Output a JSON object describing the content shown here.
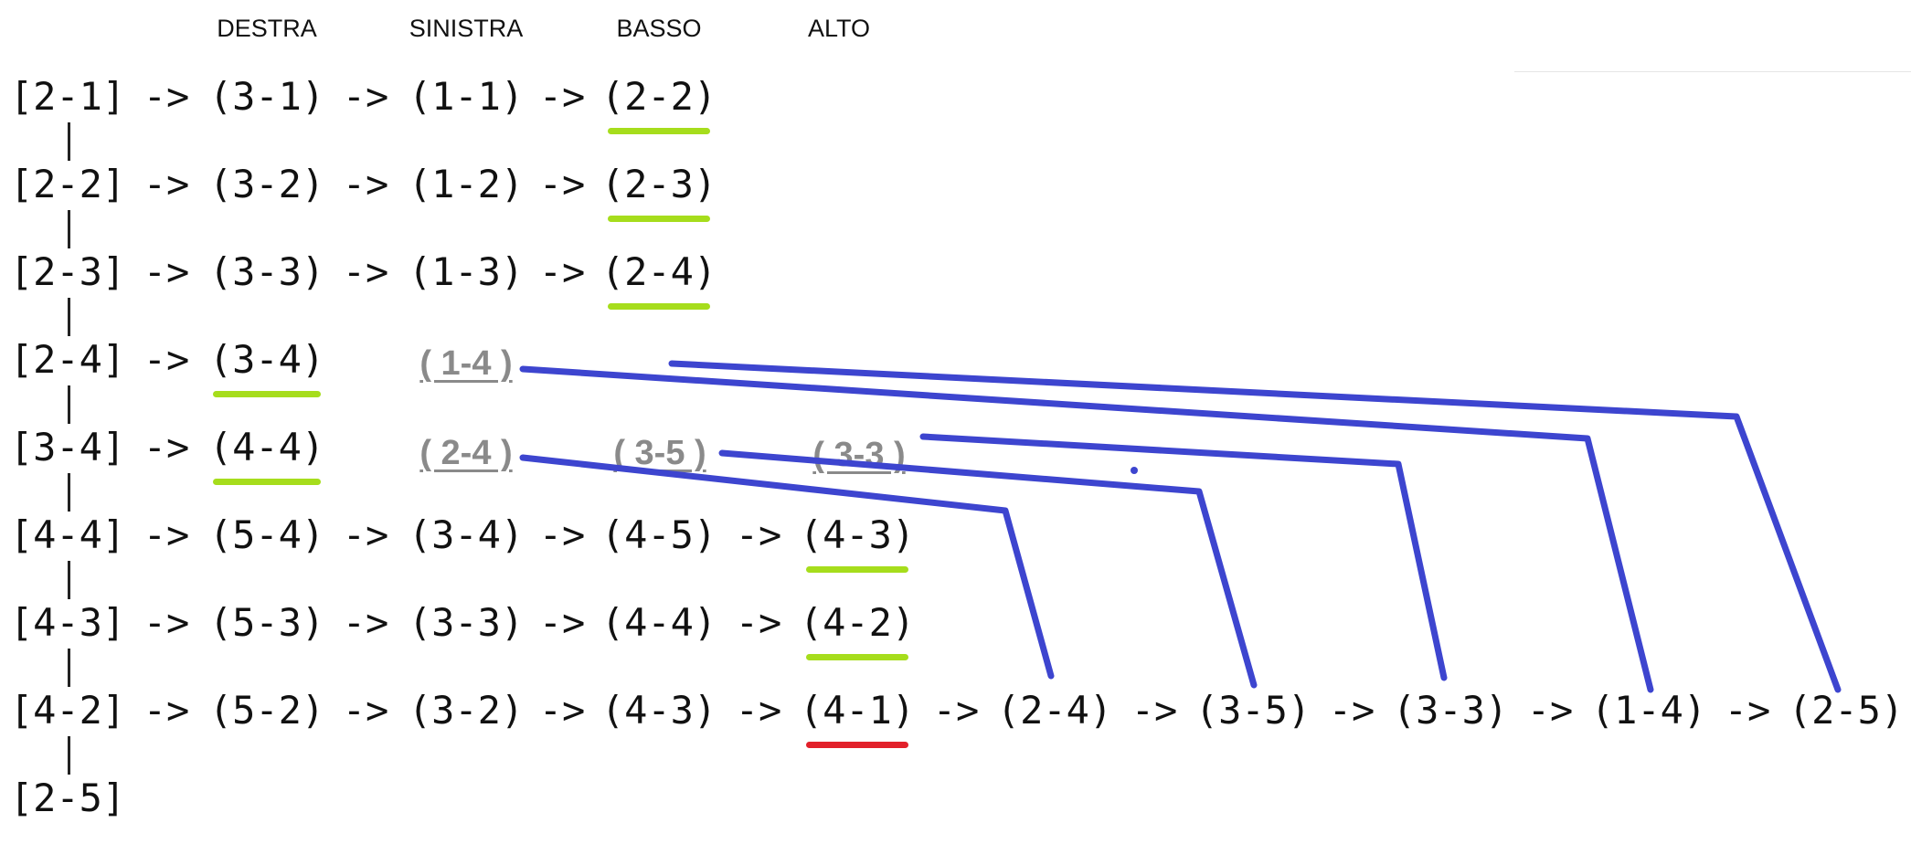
{
  "headers": [
    "DESTRA",
    "SINISTRA",
    "BASSO",
    "ALTO"
  ],
  "arrow": "->",
  "rows": [
    {
      "start": "[2-1]",
      "items": [
        "(3-1)",
        "(1-1)",
        "(2-2)"
      ]
    },
    {
      "start": "[2-2]",
      "items": [
        "(3-2)",
        "(1-2)",
        "(2-3)"
      ]
    },
    {
      "start": "[2-3]",
      "items": [
        "(3-3)",
        "(1-3)",
        "(2-4)"
      ]
    },
    {
      "start": "[2-4]",
      "items": [
        "(3-4)"
      ]
    },
    {
      "start": "[3-4]",
      "items": [
        "(4-4)"
      ]
    },
    {
      "start": "[4-4]",
      "items": [
        "(5-4)",
        "(3-4)",
        "(4-5)",
        "(4-3)"
      ]
    },
    {
      "start": "[4-3]",
      "items": [
        "(5-3)",
        "(3-3)",
        "(4-4)",
        "(4-2)"
      ]
    },
    {
      "start": "[4-2]",
      "items": [
        "(5-2)",
        "(3-2)",
        "(4-3)",
        "(4-1)",
        "(2-4)",
        "(3-5)",
        "(3-3)",
        "(1-4)",
        "(2-5)"
      ]
    },
    {
      "start": "[2-5]",
      "items": []
    }
  ],
  "ghosts": [
    "( 1-4 )",
    "( 2-4 )",
    "( 3-5 )",
    "( 3-3 )"
  ],
  "colors": {
    "text": "#111111",
    "ghost": "#8a8a8a",
    "highlight_green": "#a6dd1c",
    "highlight_red": "#e2202a",
    "connector": "#3d45cf"
  }
}
